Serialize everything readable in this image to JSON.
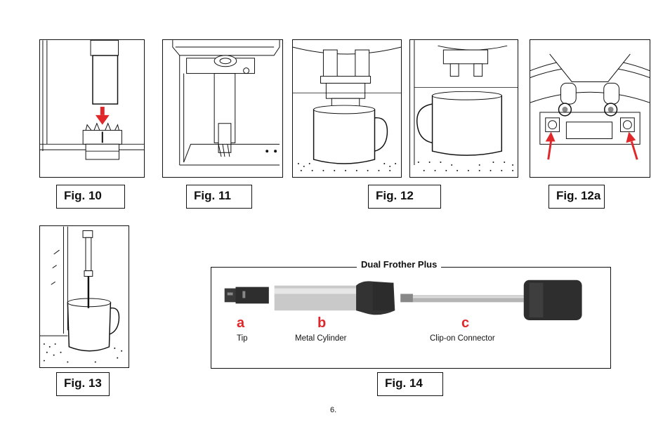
{
  "figures": {
    "fig10": "Fig. 10",
    "fig11": "Fig. 11",
    "fig12": "Fig. 12",
    "fig12a": "Fig. 12a",
    "fig13": "Fig. 13",
    "fig14": "Fig. 14"
  },
  "frother": {
    "title": "Dual Frother Plus",
    "parts": [
      {
        "letter": "a",
        "label": "Tip"
      },
      {
        "letter": "b",
        "label": "Metal Cylinder"
      },
      {
        "letter": "c",
        "label": "Clip-on Connector"
      }
    ]
  },
  "page_number": "6.",
  "colors": {
    "accent_red": "#e0282a",
    "rubber": "#3a3a3a",
    "metal": "#c9c9c9"
  }
}
